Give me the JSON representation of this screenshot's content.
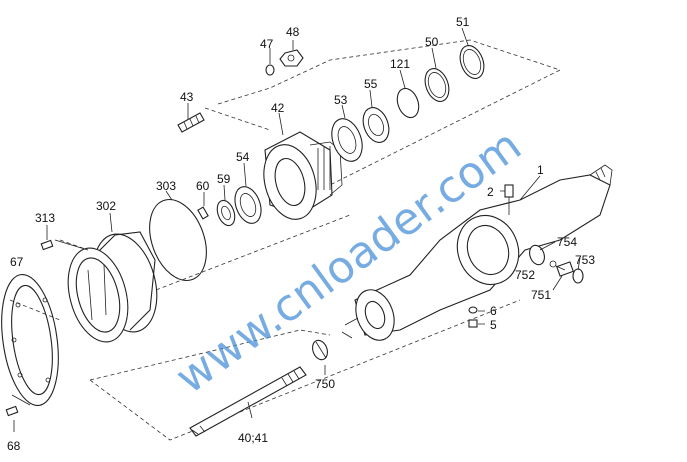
{
  "watermark": "www.cnloader.com",
  "labels": [
    {
      "id": "47",
      "text": "47"
    },
    {
      "id": "48",
      "text": "48"
    },
    {
      "id": "51",
      "text": "51"
    },
    {
      "id": "50",
      "text": "50"
    },
    {
      "id": "121",
      "text": "121"
    },
    {
      "id": "55",
      "text": "55"
    },
    {
      "id": "53",
      "text": "53"
    },
    {
      "id": "43",
      "text": "43"
    },
    {
      "id": "42",
      "text": "42"
    },
    {
      "id": "54",
      "text": "54"
    },
    {
      "id": "59",
      "text": "59"
    },
    {
      "id": "60",
      "text": "60"
    },
    {
      "id": "303",
      "text": "303"
    },
    {
      "id": "302",
      "text": "302"
    },
    {
      "id": "313",
      "text": "313"
    },
    {
      "id": "67",
      "text": "67"
    },
    {
      "id": "68",
      "text": "68"
    },
    {
      "id": "1",
      "text": "1"
    },
    {
      "id": "2",
      "text": "2"
    },
    {
      "id": "754",
      "text": "754"
    },
    {
      "id": "753",
      "text": "753"
    },
    {
      "id": "752",
      "text": "752"
    },
    {
      "id": "751",
      "text": "751"
    },
    {
      "id": "6",
      "text": "6"
    },
    {
      "id": "5",
      "text": "5"
    },
    {
      "id": "750",
      "text": "750"
    },
    {
      "id": "40_41",
      "text": "40;41"
    }
  ]
}
